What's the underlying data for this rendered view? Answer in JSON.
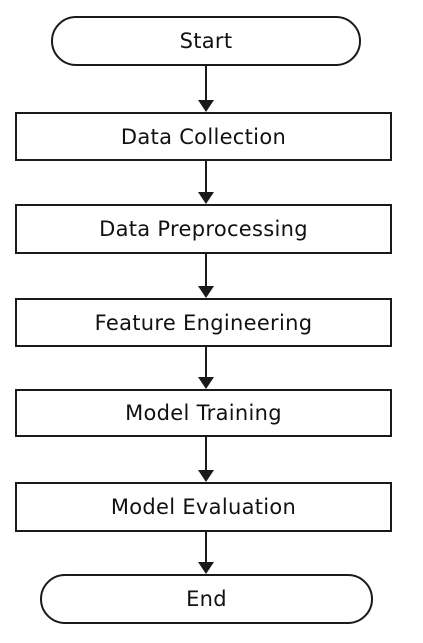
{
  "flowchart": {
    "start": {
      "label": "Start",
      "shape": "terminal"
    },
    "steps": [
      {
        "label": "Data Collection",
        "shape": "process"
      },
      {
        "label": "Data Preprocessing",
        "shape": "process"
      },
      {
        "label": "Feature Engineering",
        "shape": "process"
      },
      {
        "label": "Model Training",
        "shape": "process"
      },
      {
        "label": "Model Evaluation",
        "shape": "process"
      }
    ],
    "end": {
      "label": "End",
      "shape": "terminal"
    },
    "connectors": [
      {
        "from": "Start",
        "to": "Data Collection"
      },
      {
        "from": "Data Collection",
        "to": "Data Preprocessing"
      },
      {
        "from": "Data Preprocessing",
        "to": "Feature Engineering"
      },
      {
        "from": "Feature Engineering",
        "to": "Model Training"
      },
      {
        "from": "Model Training",
        "to": "Model Evaluation"
      },
      {
        "from": "Model Evaluation",
        "to": "End"
      }
    ],
    "colors": {
      "stroke": "#1a1a1a",
      "fill": "#ffffff",
      "text": "#111111"
    }
  }
}
